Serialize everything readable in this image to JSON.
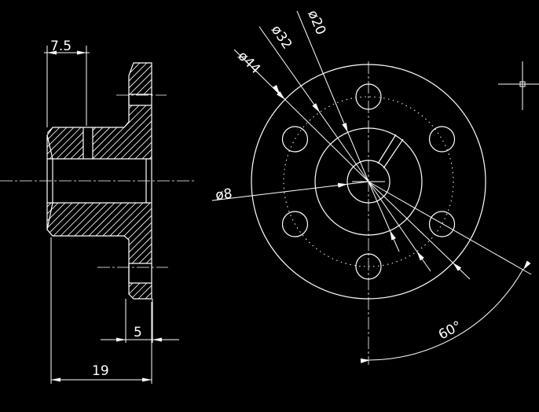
{
  "dimensions": {
    "top_width": "7.5",
    "flange_thickness": "5",
    "total_length": "19",
    "bore_diameter": "ø8",
    "hub_diameter": "ø20",
    "bolt_circle_diameter": "ø32",
    "outer_diameter": "ø44",
    "hole_angle": "60°"
  },
  "colors": {
    "background": "#000000",
    "lines": "#ffffff"
  },
  "cursor_icon": "crosshair-icon"
}
